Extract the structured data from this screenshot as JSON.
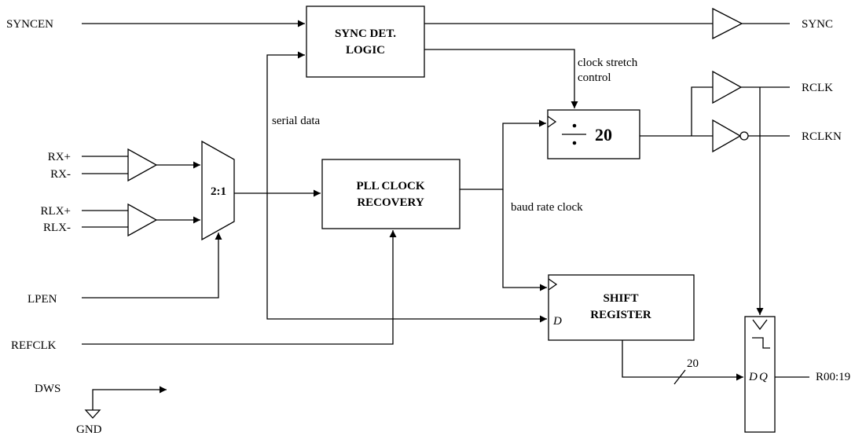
{
  "diagram": {
    "signals": {
      "syncen": "SYNCEN",
      "rx_plus": "RX+",
      "rx_minus": "RX-",
      "rlx_plus": "RLX+",
      "rlx_minus": "RLX-",
      "lpen": "LPEN",
      "refclk": "REFCLK",
      "dws": "DWS",
      "gnd": "GND",
      "sync": "SYNC",
      "rclk": "RCLK",
      "rclkn": "RCLKN",
      "r_out": "R00:19"
    },
    "blocks": {
      "sync_det_line1": "SYNC DET.",
      "sync_det_line2": "LOGIC",
      "pll_line1": "PLL CLOCK",
      "pll_line2": "RECOVERY",
      "shift_line1": "SHIFT",
      "shift_line2": "REGISTER",
      "mux": "2:1",
      "divider": "20"
    },
    "annotations": {
      "serial_data": "serial data",
      "clock_stretch_1": "clock stretch",
      "clock_stretch_2": "control",
      "baud_rate_clock": "baud rate clock",
      "bus_width": "20",
      "shift_d": "D",
      "latch_d": "D",
      "latch_q": "Q"
    }
  }
}
